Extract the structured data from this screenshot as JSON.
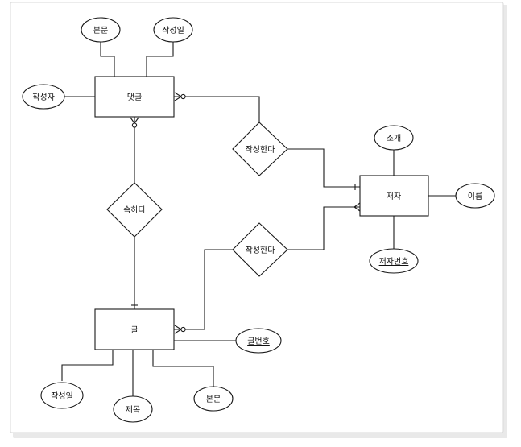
{
  "diagram": {
    "entities": {
      "comment": "댓글",
      "post": "글",
      "author": "저자"
    },
    "relationships": {
      "writes_comment": "작성한다",
      "belongs_to": "속하다",
      "writes_post": "작성한다"
    },
    "attributes": {
      "comment_body": "본문",
      "comment_date": "작성일",
      "comment_writer": "작성자",
      "author_intro": "소개",
      "author_name": "이름",
      "author_id": "저자번호",
      "post_number": "글번호",
      "post_date": "작성일",
      "post_title": "제목",
      "post_body": "본문"
    }
  }
}
